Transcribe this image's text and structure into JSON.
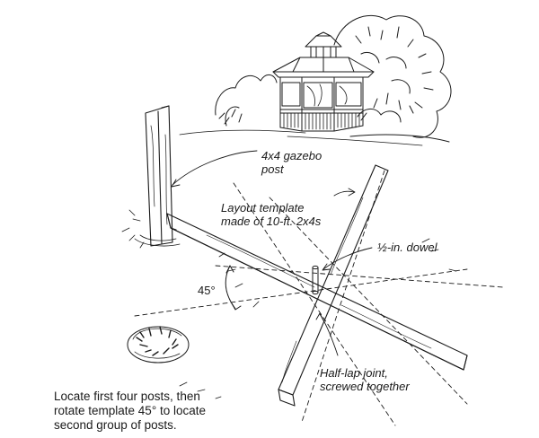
{
  "labels": {
    "gazebo_post": [
      "4x4 gazebo",
      "post"
    ],
    "layout_template": [
      "Layout template",
      "made of 10-ft. 2x4s"
    ],
    "dowel": "½-in. dowel",
    "angle": "45°",
    "half_lap": [
      "Half-lap joint,",
      "screwed together"
    ],
    "caption": [
      "Locate first four posts, then",
      "rotate template 45° to locate",
      "second group of posts."
    ]
  },
  "illustration": {
    "subjects": [
      "gazebo-icon",
      "shrubs-icon",
      "post-icon",
      "template-icon",
      "dowel-icon",
      "post-hole-icon"
    ],
    "ink_color": "#1a1a1a"
  }
}
